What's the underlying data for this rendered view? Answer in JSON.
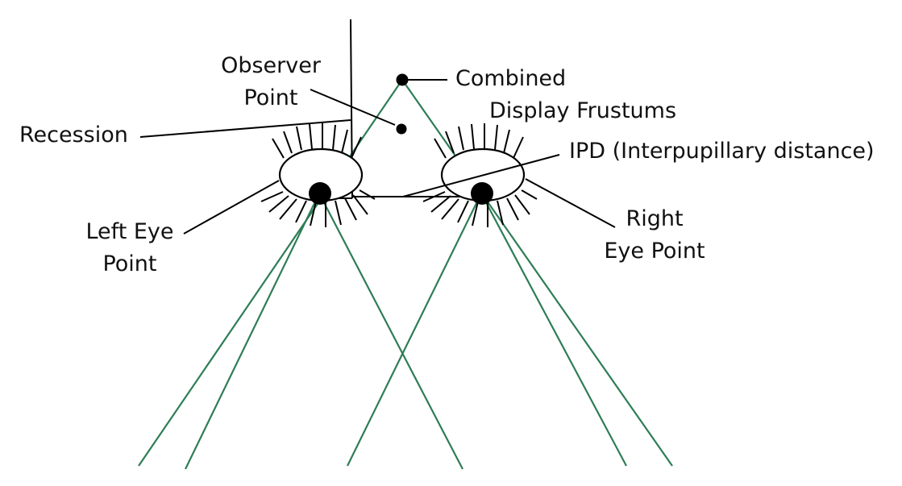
{
  "colors": {
    "line": "#000000",
    "frustum": "#2e7d55",
    "background": "#ffffff"
  },
  "labels": {
    "observer_point": [
      "Observer",
      "Point"
    ],
    "combined_frustums": [
      "Combined",
      "Display Frustums"
    ],
    "recession": "Recession",
    "ipd": "IPD (Interpupillary distance)",
    "left_eye_point": [
      "Left Eye",
      "Point"
    ],
    "right_eye_point": [
      "Right",
      "Eye Point"
    ]
  }
}
